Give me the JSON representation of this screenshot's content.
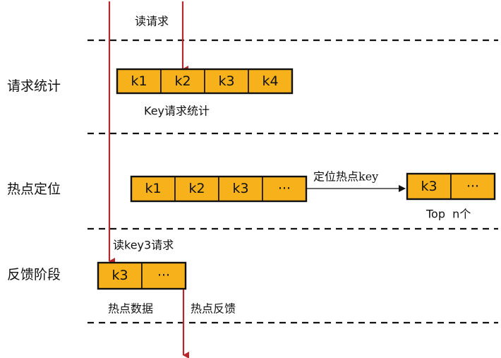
{
  "stages": {
    "request_stats": "请求统计",
    "hot_locate": "热点定位",
    "feedback": "反馈阶段"
  },
  "labels": {
    "read_request": "读请求",
    "key_request_stats": "Key请求统计",
    "locate_hot_key": "定位热点key",
    "top_n": "Top  n个",
    "read_key3_request": "读key3请求",
    "hot_data": "热点数据",
    "hot_feedback": "热点反馈"
  },
  "boxes": {
    "request_stats_keys": [
      "k1",
      "k2",
      "k3",
      "k4"
    ],
    "hot_locate_keys": [
      "k1",
      "k2",
      "k3",
      "···"
    ],
    "top_n_keys": [
      "k3",
      "···"
    ],
    "feedback_keys": [
      "k3",
      "···"
    ]
  },
  "colors": {
    "cell_fill": "#f7b21b",
    "arrow_red": "#b5272d",
    "line_black": "#111111"
  }
}
